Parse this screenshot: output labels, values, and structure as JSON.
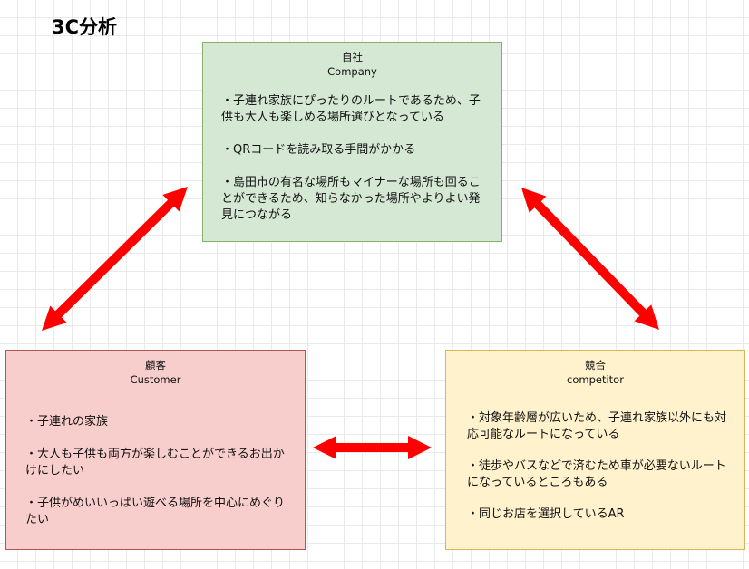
{
  "title": "3C分析",
  "company": {
    "name": "自社",
    "name_en": "Company",
    "items": [
      "・子連れ家族にぴったりのルートであるため、子供も大人も楽しめる場所選びとなっている",
      "・QRコードを読み取る手間がかかる",
      "・島田市の有名な場所もマイナーな場所も回ることができるため、知らなかった場所やよりよい発見につながる"
    ]
  },
  "customer": {
    "name": "顧客",
    "name_en": "Customer",
    "items": [
      "・子連れの家族",
      "・大人も子供も両方が楽しむことができるお出かけにしたい",
      "・子供がめいいっぱい遊べる場所を中心にめぐりたい"
    ]
  },
  "competitor": {
    "name": "競合",
    "name_en": "competitor",
    "items": [
      "・対象年齢層が広いため、子連れ家族以外にも対応可能なルートになっている",
      "・徒歩やバスなどで済むため車が必要ないルートになっているところもある",
      "・同じお店を選択しているAR"
    ]
  },
  "colors": {
    "company_fill": "#d5e8d4",
    "customer_fill": "#f8cecc",
    "competitor_fill": "#fff2cc",
    "arrow": "#ff0000"
  }
}
